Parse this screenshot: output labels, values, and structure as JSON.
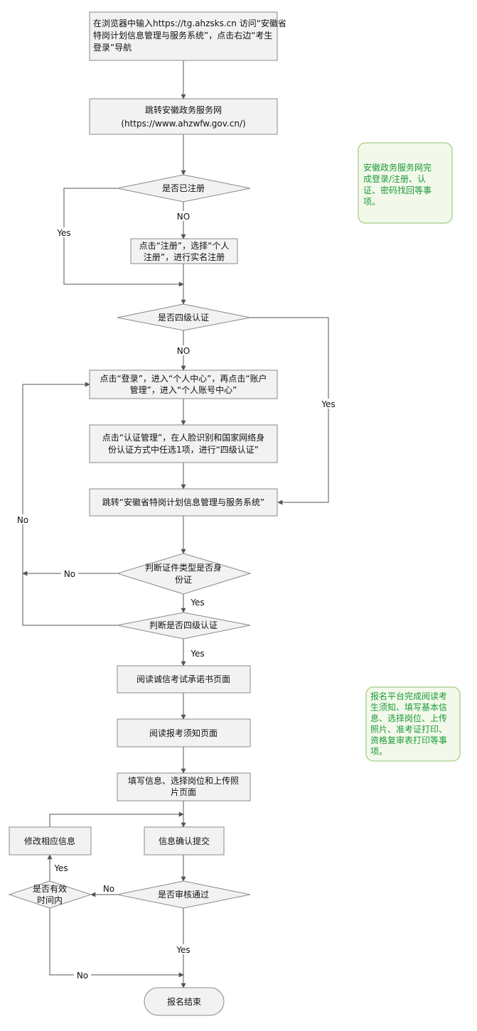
{
  "colors": {
    "line": "#555555",
    "box_fill": "#f2f2f2",
    "box_stroke": "#8a8a8a",
    "note_fill": "#f3f9ea",
    "note_stroke": "#8fbf6a",
    "note_text": "#1a9a3a"
  },
  "nodes": {
    "step_access": [
      "在浏览器中输入https://tg.ahzsks.cn 访问“安徽省",
      "特岗计划信息管理与服务系统”，点击右边“考生",
      "登录”导航"
    ],
    "step_redirect_gov": [
      "跳转安徽政务服务网",
      "(https://www.ahzwfw.gov.cn/)"
    ],
    "decision_registered": [
      "是否已注册"
    ],
    "step_register": [
      "点击“注册”，选择“个人",
      "注册”，进行实名注册"
    ],
    "decision_level4": [
      "是否四级认证"
    ],
    "step_login_center": [
      "点击“登录”，进入“个人中心”，再点击“账户",
      "管理”，进入“个人账号中心”"
    ],
    "step_cert_manage": [
      "点击“认证管理”，在人脸识别和国家网络身",
      "份认证方式中任选1项，进行“四级认证”"
    ],
    "step_redirect_system": [
      "跳转“安徽省特岗计划信息管理与服务系统”"
    ],
    "decision_id_type": [
      "判断证件类型是否身",
      "份证"
    ],
    "decision_judge_level4": [
      "判断是否四级认证"
    ],
    "step_read_integrity": [
      "阅读诚信考试承诺书页面"
    ],
    "step_read_notice": [
      "阅读报考须知页面"
    ],
    "step_fill_info": [
      "填写信息、选择岗位和上传照",
      "片页面"
    ],
    "step_confirm_submit": [
      "信息确认提交"
    ],
    "decision_review": [
      "是否审核通过"
    ],
    "decision_valid_time": [
      "是否有效",
      "时间内"
    ],
    "step_modify": [
      "修改相应信息"
    ],
    "end": [
      "报名结束"
    ]
  },
  "edge_labels": {
    "no_1": "NO",
    "yes_1": "Yes",
    "no_2": "NO",
    "yes_2": "Yes",
    "no_3": "No",
    "no_4": "No",
    "yes_3": "Yes",
    "yes_4": "Yes",
    "no_5": "No",
    "yes_5": "Yes",
    "yes_6": "Yes",
    "no_6": "No"
  },
  "notes": {
    "note_gov": [
      "安徽政务服务网完",
      "成登录/注册、认",
      "证、密码找回等事",
      "项。"
    ],
    "note_platform": [
      "报名平台完成阅读考",
      "生须知、填写基本信",
      "息、选择岗位、上传",
      "照片、准考证打印、",
      "资格复审表打印等事",
      "项。"
    ]
  }
}
